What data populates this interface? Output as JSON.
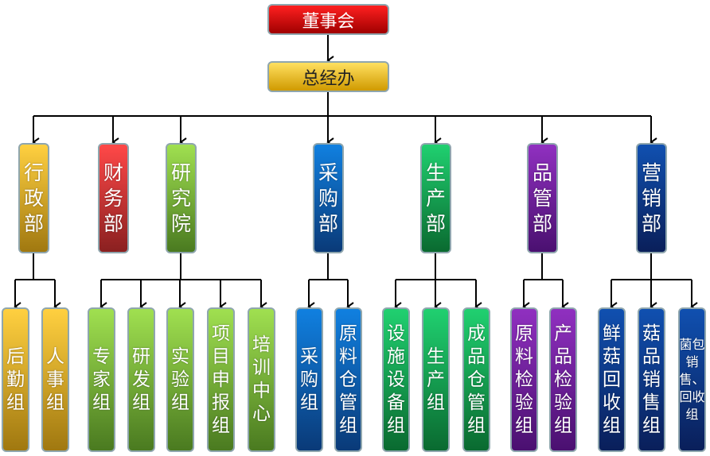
{
  "board": {
    "label": "董事会",
    "color": "#c00000"
  },
  "gm": {
    "label": "总经办",
    "color": "#e8b000"
  },
  "departments": [
    {
      "label": "行政部",
      "color_top": "#ffd040",
      "color_bottom": "#a07810",
      "groups": [
        "后勤组",
        "人事组"
      ]
    },
    {
      "label": "财务部",
      "color_top": "#ff4848",
      "color_bottom": "#8a2020",
      "groups": []
    },
    {
      "label": "研究院",
      "color_top": "#a0e050",
      "color_bottom": "#4a7a20",
      "groups": [
        "专家组",
        "研发组",
        "实验组",
        "项目申报组",
        "培训中心"
      ]
    },
    {
      "label": "采购部",
      "color_top": "#1080e0",
      "color_bottom": "#0a3a78",
      "groups": [
        "采购组",
        "原料仓管组"
      ]
    },
    {
      "label": "生产部",
      "color_top": "#20d070",
      "color_bottom": "#0a6a30",
      "groups": [
        "设施设备组",
        "生产组",
        "成品仓管组"
      ]
    },
    {
      "label": "品管部",
      "color_top": "#9030c0",
      "color_bottom": "#4a1070",
      "groups": [
        "原料检验组",
        "产品检验组"
      ]
    },
    {
      "label": "营销部",
      "color_top": "#1050b0",
      "color_bottom": "#0a1f5a",
      "groups": [
        "鲜菇回收组",
        "菇品销售组",
        "菌包销售、回收组"
      ]
    }
  ]
}
